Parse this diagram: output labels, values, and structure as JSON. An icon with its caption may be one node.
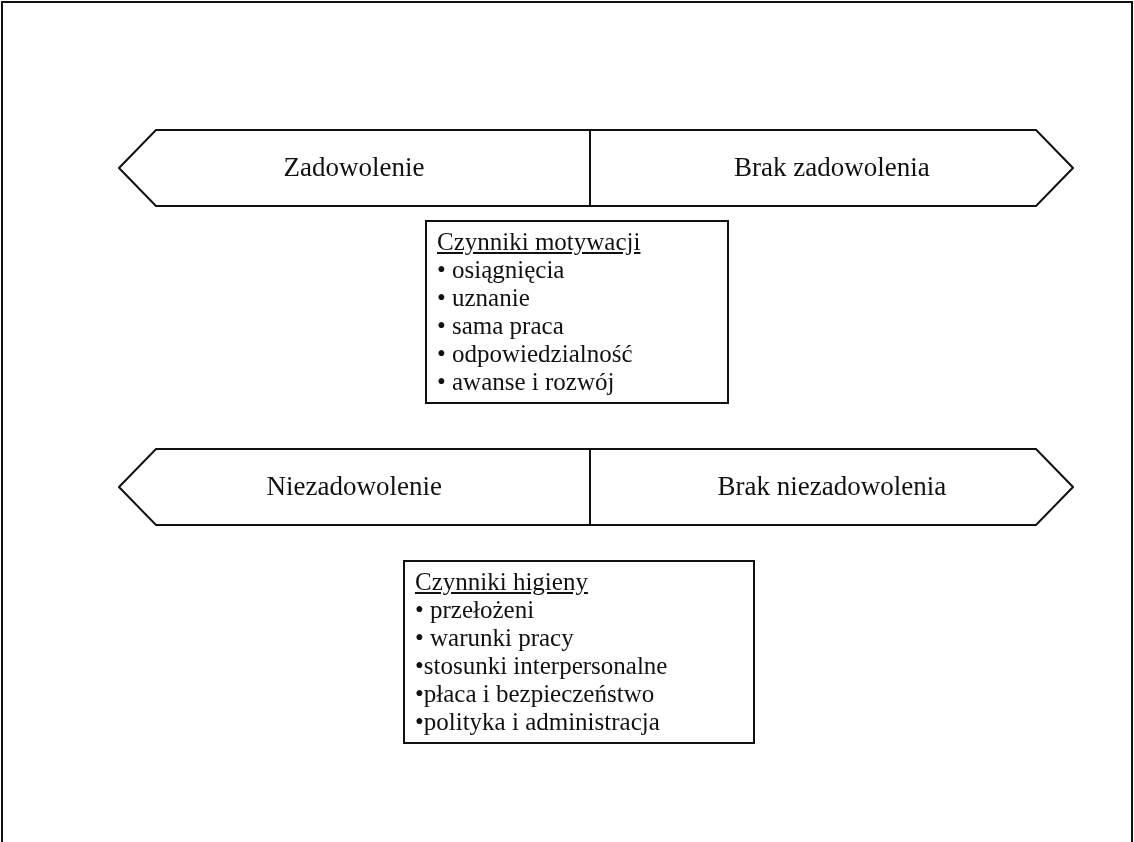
{
  "diagram": {
    "nodes": [
      {
        "text": [
          "Zadowolenie",
          "Brak zadowolenia"
        ]
      },
      {
        "text": [
          "Czynniki motywacji",
          "• osiągnięcia",
          "• uznanie",
          "• sama praca",
          "• odpowiedzialność",
          "• awanse i rozwój"
        ]
      },
      {
        "text": [
          "Niezadowolenie",
          "Brak niezadowolenia"
        ]
      },
      {
        "text": [
          "Czynniki higieny",
          "• przełożeni",
          "• warunki pracy",
          "•stosunki interpersonalne",
          "•płaca i bezpieczeństwo",
          "•polityka i administracja"
        ]
      }
    ]
  }
}
